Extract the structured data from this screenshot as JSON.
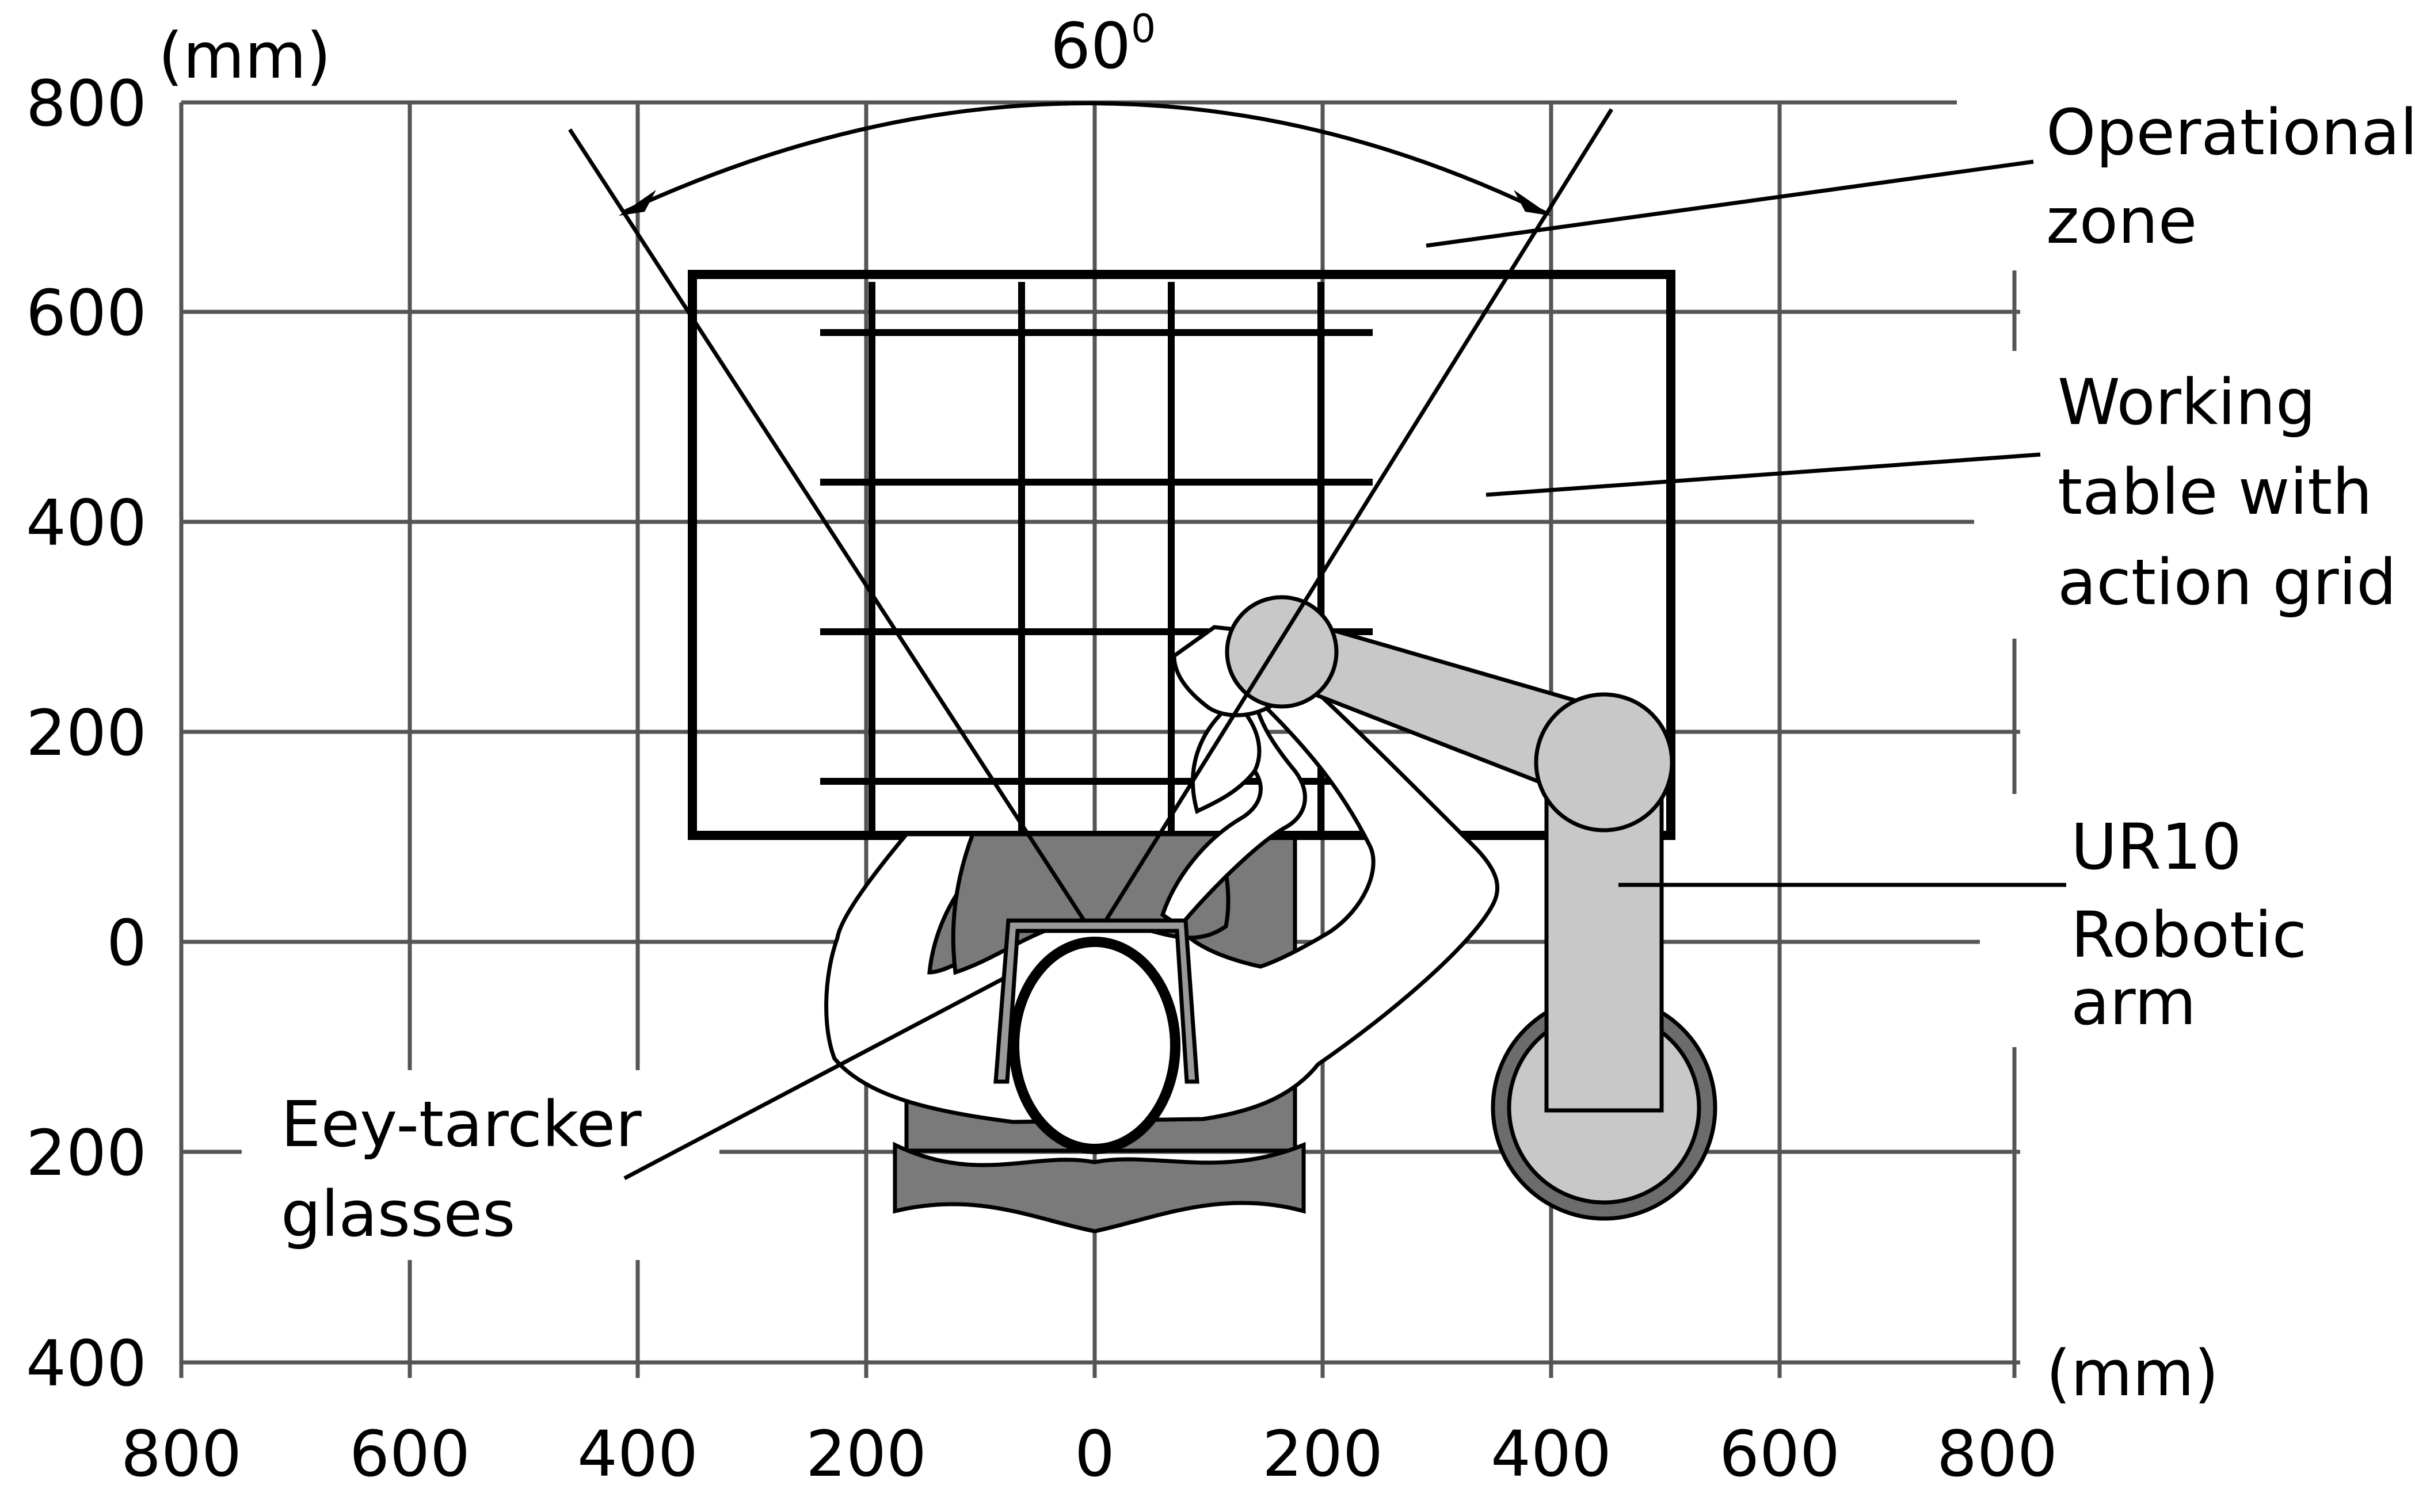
{
  "units_left": "(mm)",
  "units_right": "(mm)",
  "angle_label": "60",
  "angle_sup": "0",
  "y_ticks": [
    "800",
    "600",
    "400",
    "200",
    "0",
    "200",
    "400"
  ],
  "x_ticks": [
    "800",
    "600",
    "400",
    "200",
    "0",
    "200",
    "400",
    "600",
    "800"
  ],
  "labels": {
    "operational_zone": [
      "Operational",
      "zone"
    ],
    "working_table": [
      "Working",
      "table with",
      "action grid"
    ],
    "ur10": [
      "UR10",
      "Robotic",
      "arm"
    ],
    "eye_tracker": [
      "Eey-tarcker",
      "glasses"
    ]
  }
}
